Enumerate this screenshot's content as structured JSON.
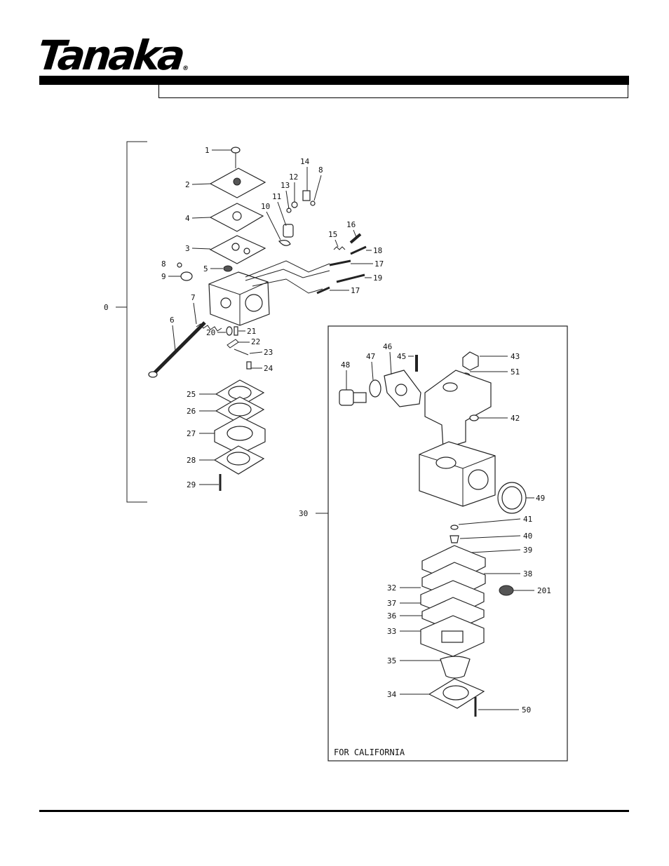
{
  "brand": {
    "name": "Tanaka",
    "registered_mark": "®"
  },
  "header": {
    "title": ""
  },
  "diagram": {
    "assembly_label": "0",
    "kit_label": "30",
    "kit_caption": "FOR CALIFORNIA",
    "main_parts": [
      "1",
      "2",
      "4",
      "3",
      "5",
      "8",
      "9",
      "7",
      "6",
      "10",
      "11",
      "13",
      "12",
      "14",
      "8",
      "15",
      "16",
      "18",
      "17",
      "19",
      "17",
      "20",
      "21",
      "22",
      "23",
      "24",
      "25",
      "26",
      "27",
      "28",
      "29"
    ],
    "kit_parts": [
      "48",
      "47",
      "46",
      "45",
      "43",
      "51",
      "42",
      "49",
      "41",
      "40",
      "39",
      "38",
      "32",
      "201",
      "37",
      "36",
      "33",
      "35",
      "34",
      "50"
    ]
  }
}
